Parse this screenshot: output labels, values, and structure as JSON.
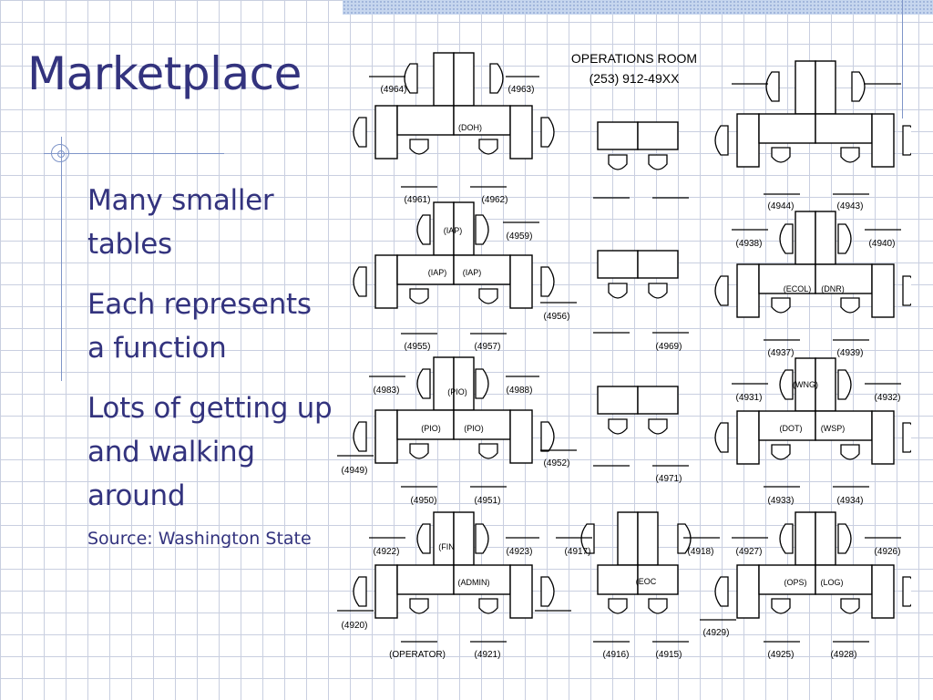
{
  "title": "Marketplace",
  "bullets": [
    "Many smaller tables",
    "Each represents a function",
    "Lots of getting up and walking around"
  ],
  "source": "Source: Washington State",
  "diagram": {
    "header_line1": "OPERATIONS ROOM",
    "header_line2": "(253) 912-49XX",
    "stations": [
      {
        "id": "top-left",
        "labels": [
          "(4964)",
          "(4963)",
          "(4961)",
          "(4962)"
        ],
        "desks": [
          "(DOH)"
        ]
      },
      {
        "id": "row2-left",
        "labels": [
          "(4959)",
          "(4955)",
          "(4957)"
        ],
        "desks": [
          "(IAP)",
          "(IAP)",
          "(IAP)"
        ]
      },
      {
        "id": "row3-left",
        "labels": [
          "(4983)",
          "(4988)",
          "(4950)",
          "(4951)"
        ],
        "desks": [
          "(PIO)",
          "(PIO)",
          "(PIO)"
        ]
      },
      {
        "id": "row4-left",
        "labels": [
          "(4922)",
          "(4923)",
          "(4920)",
          "(OPERATOR)",
          "(4921)"
        ],
        "desks": [
          "(FIN",
          "(ADMIN)"
        ]
      },
      {
        "id": "middle",
        "labels": [
          "(4956)",
          "(4969)",
          "(4949)",
          "(4952)",
          "(4971)"
        ],
        "desks": []
      },
      {
        "id": "row4-mid",
        "labels": [
          "(4917)",
          "(4918)",
          "(4929)",
          "(4916)",
          "(4915)"
        ],
        "desks": [
          "(EOC"
        ]
      },
      {
        "id": "top-right",
        "labels": [
          "(4944)",
          "(4943)"
        ],
        "desks": []
      },
      {
        "id": "row2-right",
        "labels": [
          "(4938)",
          "(4940)",
          "(4937)",
          "(4939)"
        ],
        "desks": [
          "(ECOL)",
          "(DNR)"
        ]
      },
      {
        "id": "row3-right",
        "labels": [
          "(4931)",
          "(4932)",
          "(4933)",
          "(4934)"
        ],
        "desks": [
          "(WNG)",
          "(DOT)",
          "(WSP)"
        ]
      },
      {
        "id": "row4-right",
        "labels": [
          "(4927)",
          "(4926)",
          "(4925)",
          "(4928)"
        ],
        "desks": [
          "(OPS)",
          "(LOG)"
        ]
      }
    ]
  }
}
